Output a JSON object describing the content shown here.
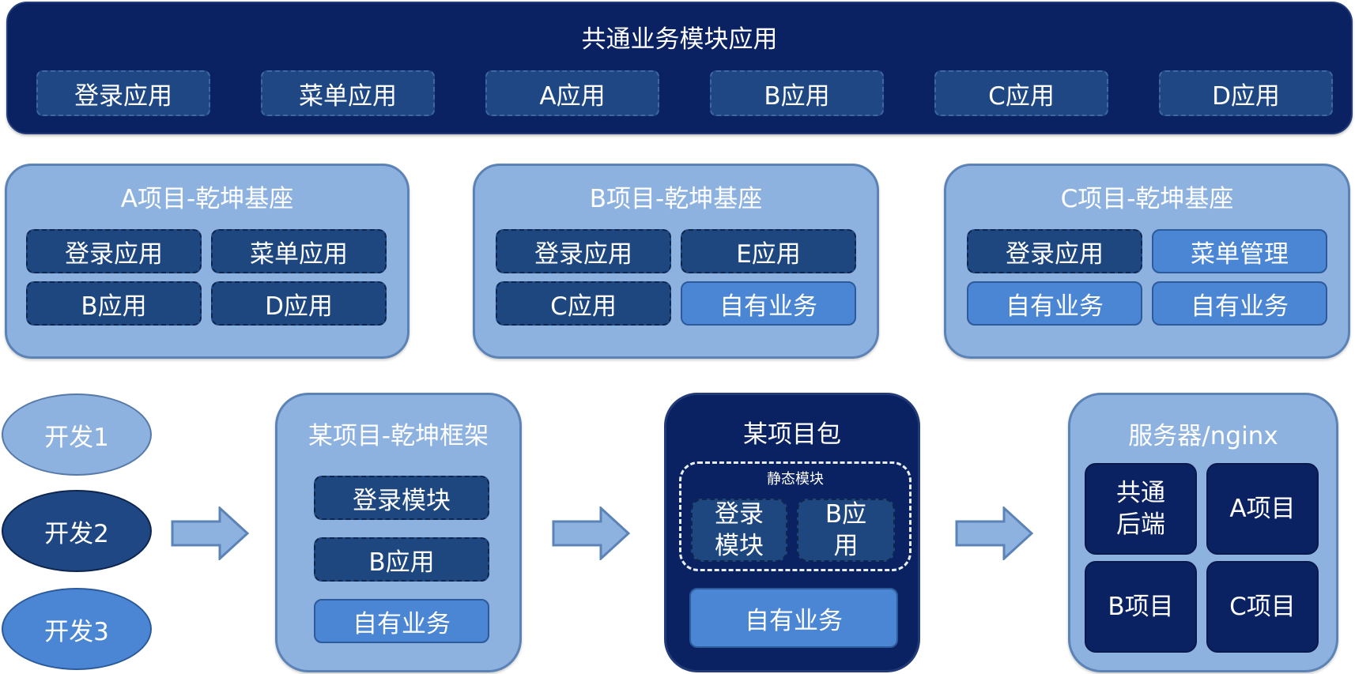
{
  "top": {
    "title": "共通业务模块应用",
    "apps": [
      "登录应用",
      "菜单应用",
      "A应用",
      "B应用",
      "C应用",
      "D应用"
    ]
  },
  "projectA": {
    "title": "A项目-乾坤基座",
    "tiles": [
      "登录应用",
      "菜单应用",
      "B应用",
      "D应用"
    ]
  },
  "projectB": {
    "title": "B项目-乾坤基座",
    "tiles": [
      "登录应用",
      "E应用",
      "C应用",
      "自有业务"
    ]
  },
  "projectC": {
    "title": "C项目-乾坤基座",
    "tiles": [
      "登录应用",
      "菜单管理",
      "自有业务",
      "自有业务"
    ]
  },
  "developers": [
    "开发1",
    "开发2",
    "开发3"
  ],
  "framework": {
    "title": "某项目-乾坤框架",
    "tiles": [
      "登录模块",
      "B应用",
      "自有业务"
    ]
  },
  "package": {
    "title": "某项目包",
    "static_label": "静态模块",
    "static_tiles": [
      "登录\n模块",
      "B应\n用"
    ],
    "own": "自有业务"
  },
  "server": {
    "title": "服务器/nginx",
    "tiles": [
      "共通\n后端",
      "A项目",
      "B项目",
      "C项目"
    ]
  },
  "colors": {
    "navy": "#0b2262",
    "dark_tile": "#1f477f",
    "light_panel": "#8eb2e0",
    "mid_tile": "#4b86d4"
  }
}
